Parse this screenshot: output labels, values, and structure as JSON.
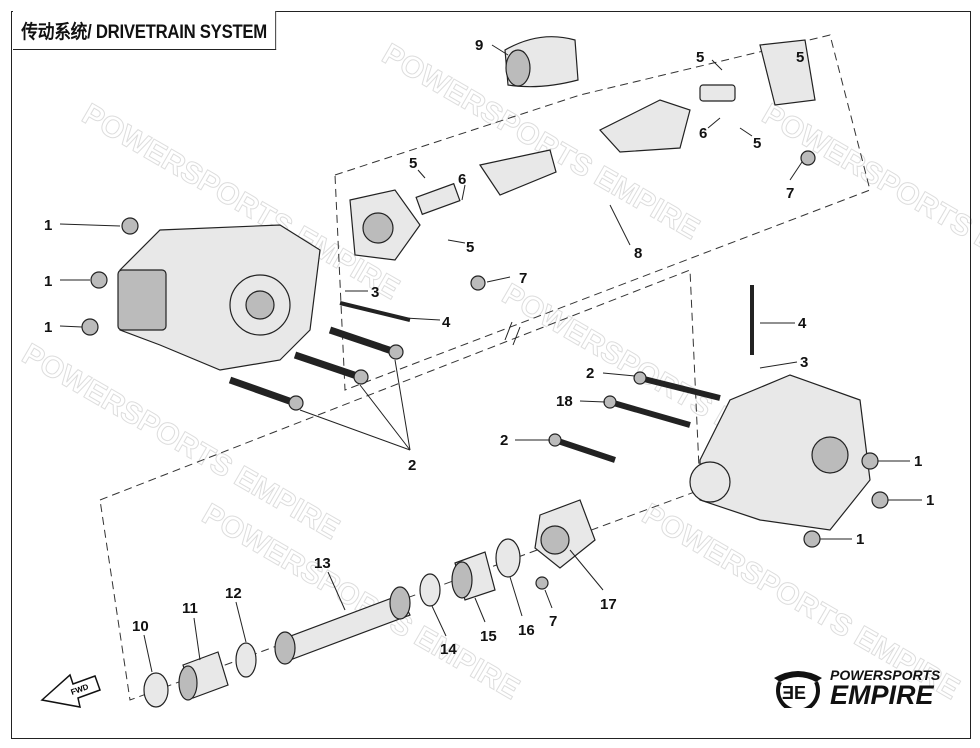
{
  "title": "传动系统/ DRIVETRAIN SYSTEM",
  "watermark": "POWERSPORTS EMPIRE",
  "fwd_label": "FWD",
  "logo": {
    "line1": "POWERSPORTS",
    "line2": "EMPIRE"
  },
  "callouts": [
    "9",
    "5",
    "5",
    "6",
    "5",
    "7",
    "8",
    "5",
    "6",
    "5",
    "7",
    "3",
    "4",
    "2",
    "1",
    "1",
    "1",
    "4",
    "3",
    "2",
    "18",
    "2",
    "1",
    "1",
    "1",
    "13",
    "12",
    "11",
    "10",
    "14",
    "15",
    "16",
    "7",
    "17"
  ]
}
